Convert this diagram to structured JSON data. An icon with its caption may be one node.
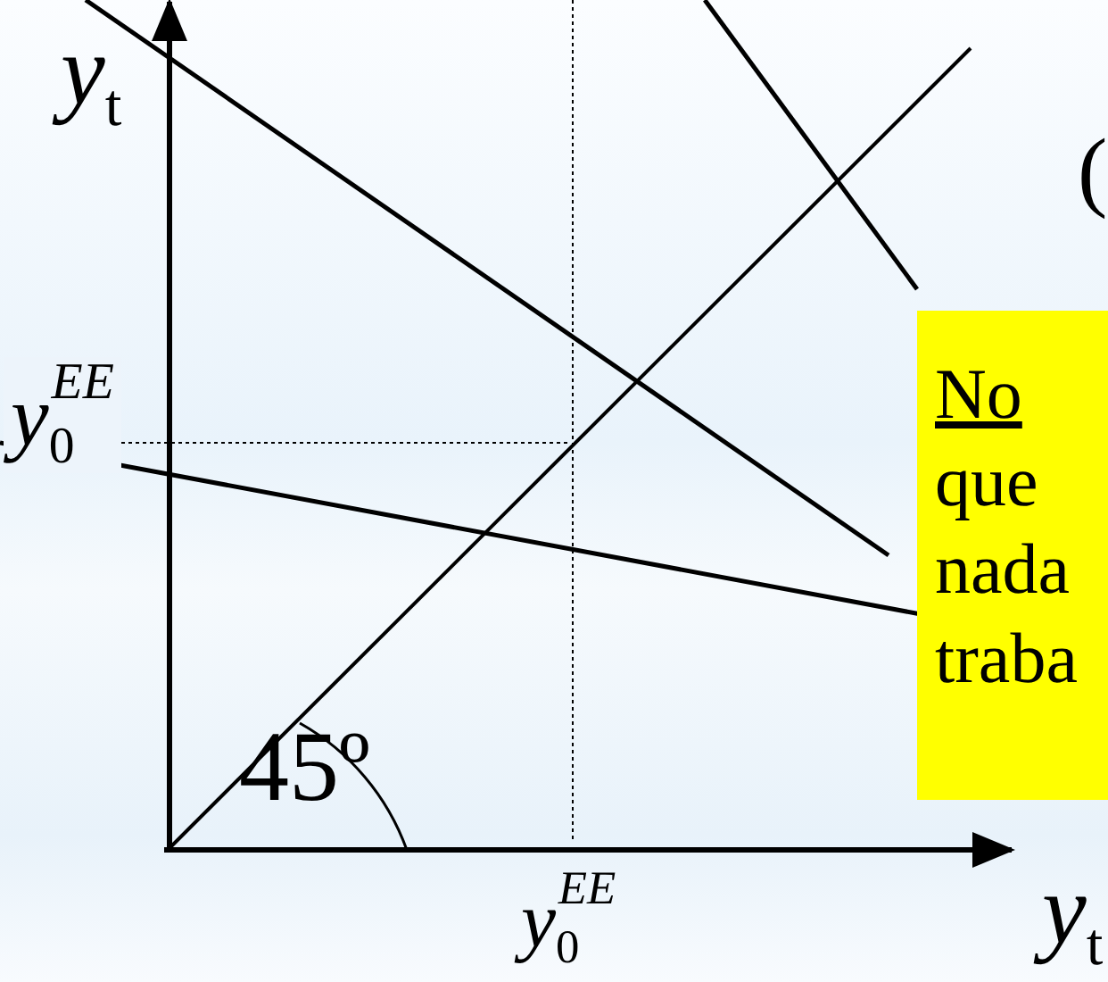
{
  "diagram": {
    "nodes": [
      {
        "text": [
          "No",
          "que nada traba"
        ]
      }
    ],
    "labels": [
      "y$_{t}$",
      "y$_{0}$$^{EE}$",
      "(",
      "45º",
      "y$_{0}$$^{EE}$",
      "y$_{t}$"
    ]
  }
}
